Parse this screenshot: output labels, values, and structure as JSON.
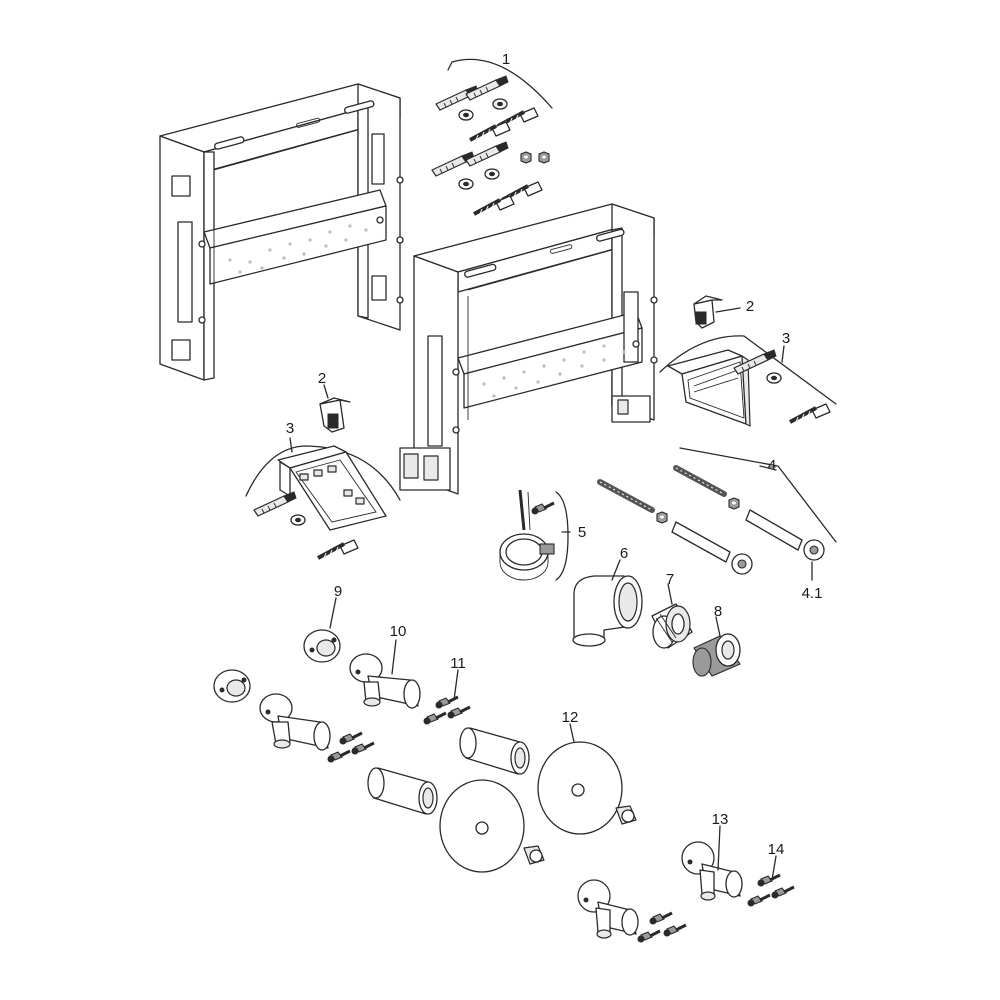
{
  "labels": {
    "l1": "1",
    "l2a": "2",
    "l2b": "2",
    "l3a": "3",
    "l3b": "3",
    "l4": "4",
    "l41": "4.1",
    "l5": "5",
    "l6": "6",
    "l7": "7",
    "l8": "8",
    "l9": "9",
    "l10": "10",
    "l11": "11",
    "l12": "12",
    "l13": "13",
    "l14": "14"
  }
}
